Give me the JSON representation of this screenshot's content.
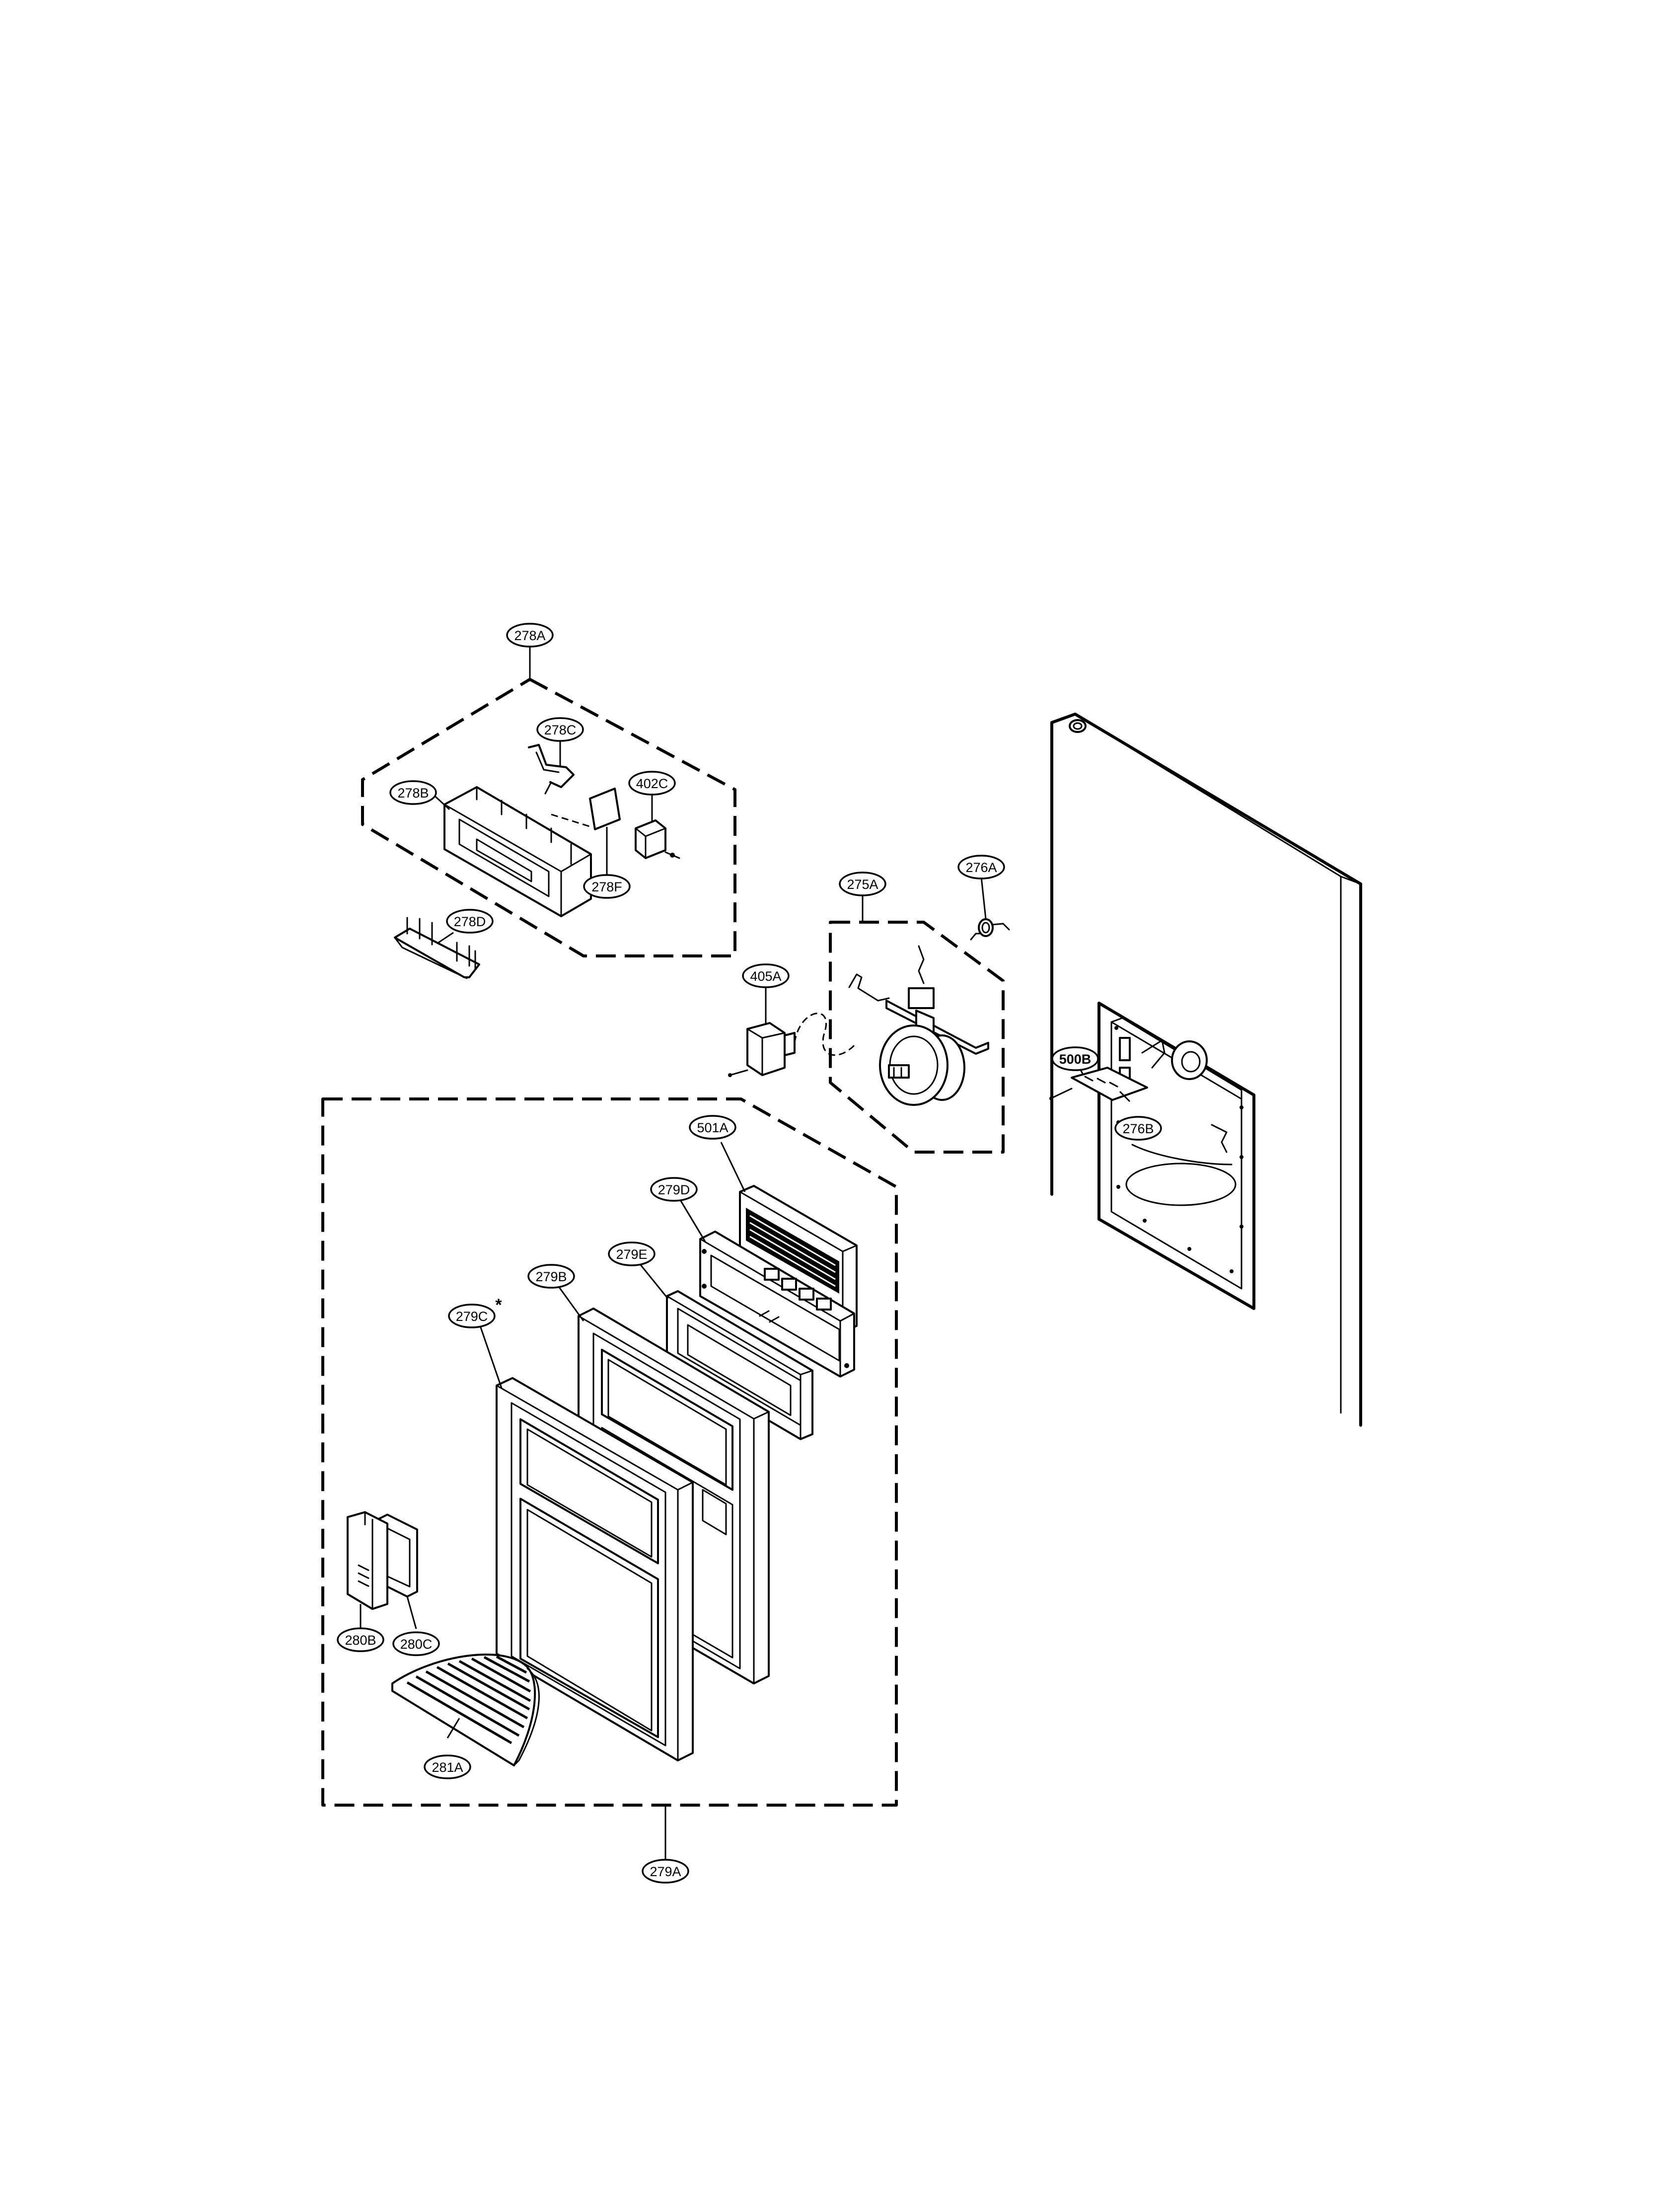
{
  "labels": {
    "278A": "278A",
    "278B": "278B",
    "278C": "278C",
    "278D": "278D",
    "278F": "278F",
    "402C": "402C",
    "275A": "275A",
    "276A": "276A",
    "405A": "405A",
    "500B": "500B",
    "276B": "276B",
    "501A": "501A",
    "279D": "279D",
    "279E": "279E",
    "279B": "279B",
    "279C": "279C",
    "279C_mark": "*",
    "280B": "280B",
    "280C": "280C",
    "281A": "281A",
    "279A": "279A"
  }
}
